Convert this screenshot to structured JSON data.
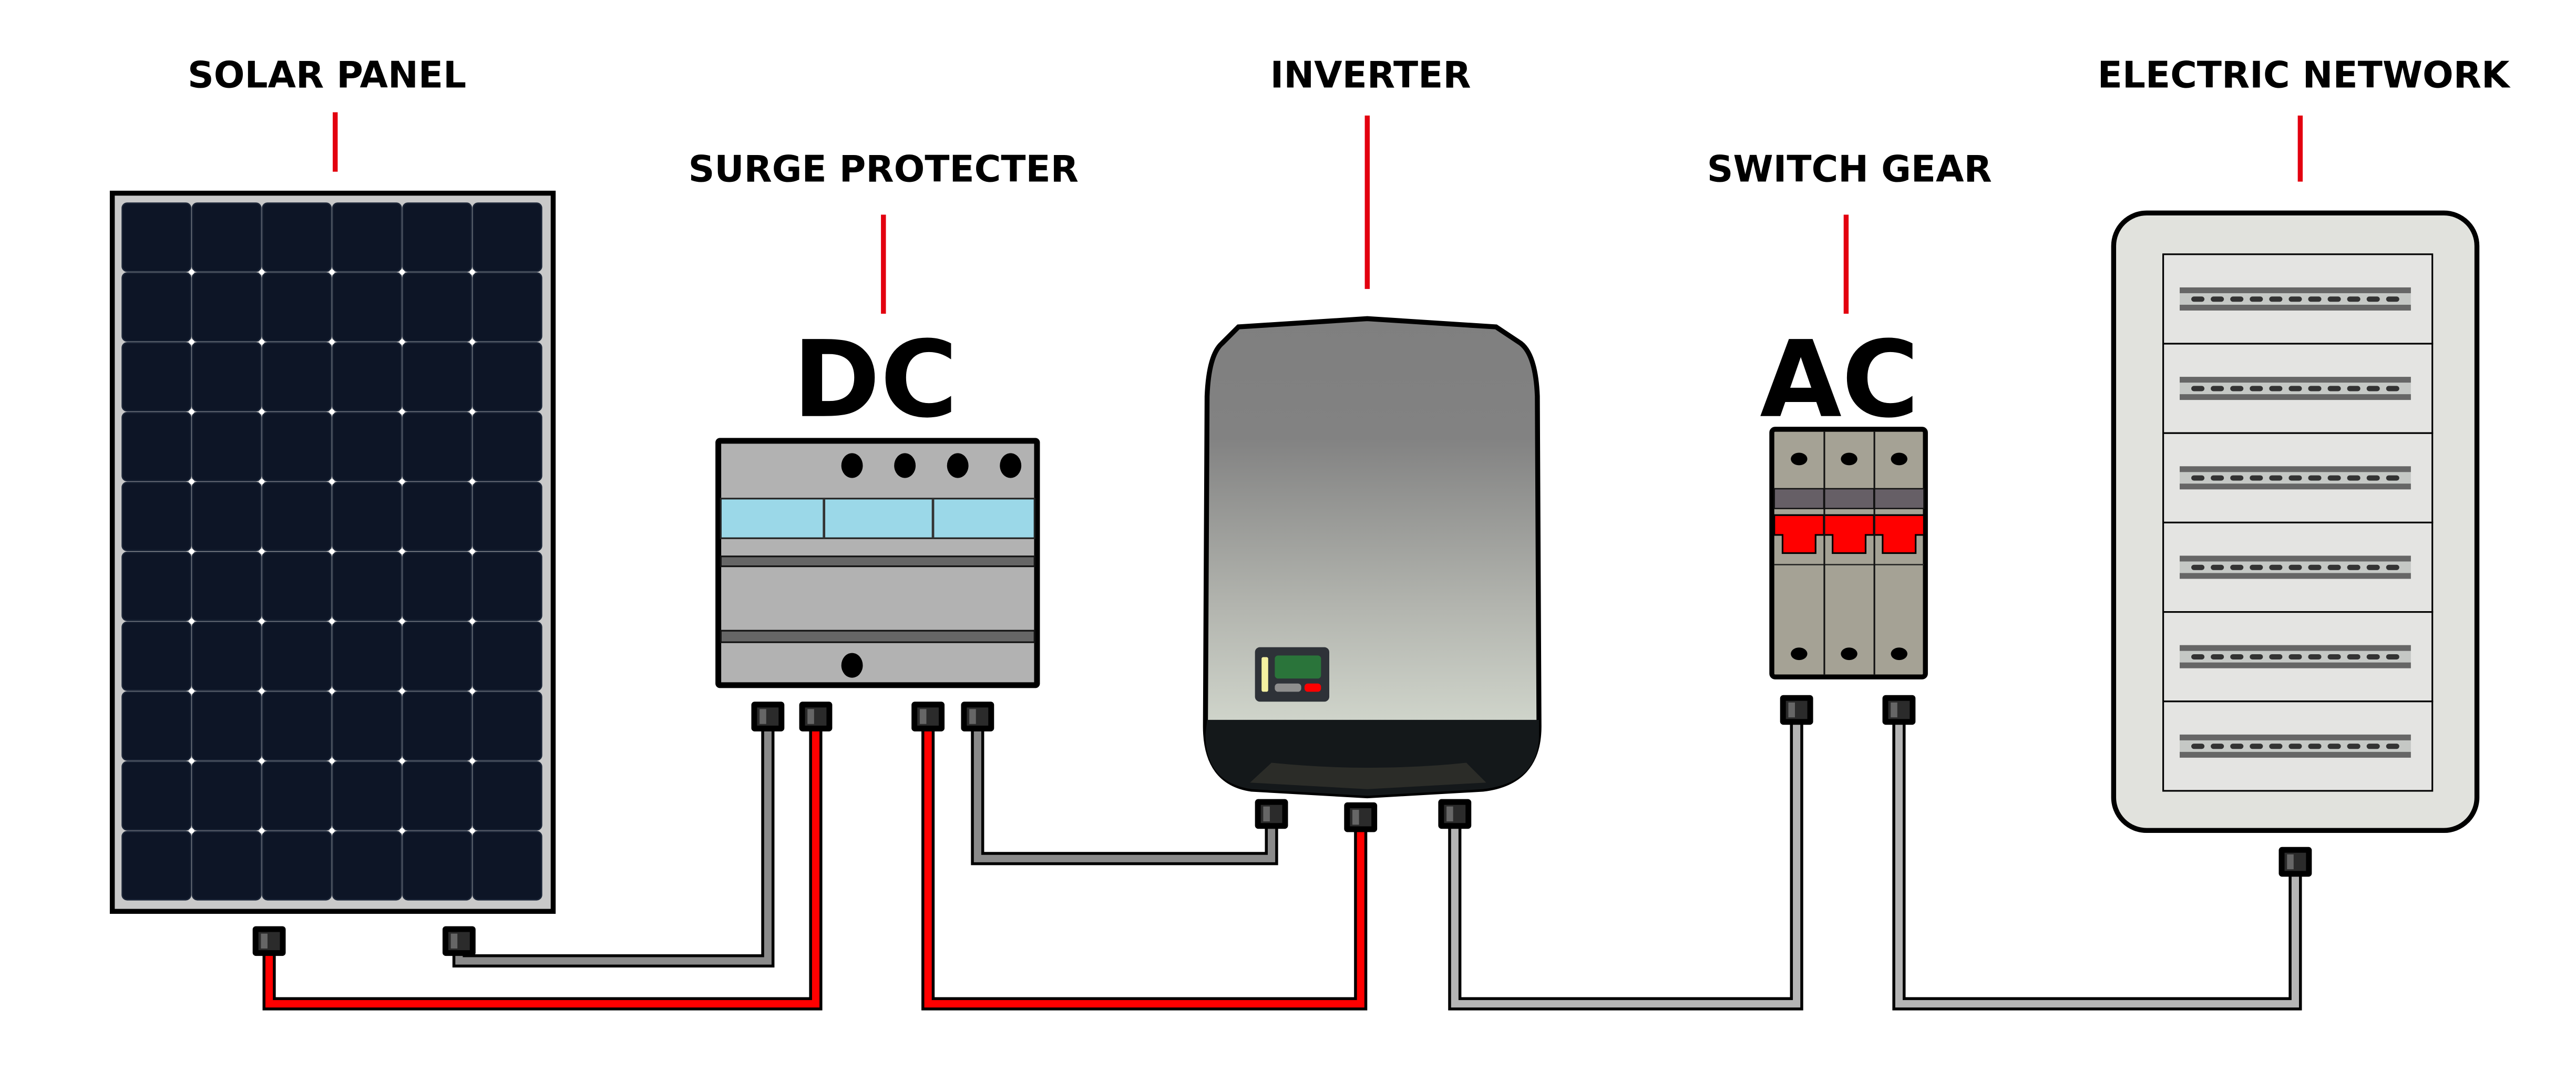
{
  "labels": {
    "solar_panel": "SOLAR PANEL",
    "surge_protector": "SURGE PROTECTER",
    "inverter": "INVERTER",
    "switch_gear": "SWITCH GEAR",
    "electric_network": "ELECTRIC NETWORK"
  },
  "current_types": {
    "dc": "DC",
    "ac": "AC"
  },
  "colors": {
    "positive_wire": "#ff0000",
    "negative_wire": "#8a8a8a",
    "ac_wire": "#b5b5b5",
    "label_pointer": "#e3000f",
    "solar_cell": "#0d1526",
    "surge_window": "#9bd8e8",
    "breaker_toggle": "#ff0000"
  }
}
